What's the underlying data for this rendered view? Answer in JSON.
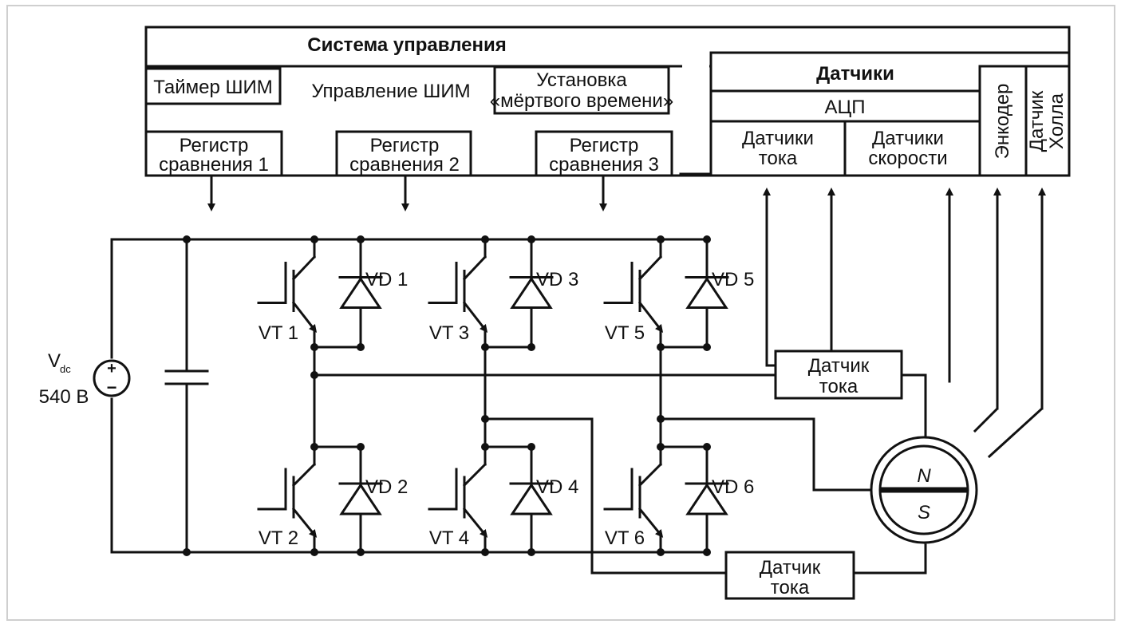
{
  "control_system": {
    "title": "Система управления",
    "pwm_timer": "Таймер ШИМ",
    "pwm_control": "Управление ШИМ",
    "deadtime_line1": "Установка",
    "deadtime_line2": "«мёртвого времени»",
    "registers": [
      {
        "line1": "Регистр",
        "line2": "сравнения 1"
      },
      {
        "line1": "Регистр",
        "line2": "сравнения 2"
      },
      {
        "line1": "Регистр",
        "line2": "сравнения 3"
      }
    ]
  },
  "sensors": {
    "title": "Датчики",
    "adc": "АЦП",
    "current_line1": "Датчики",
    "current_line2": "тока",
    "speed_line1": "Датчики",
    "speed_line2": "скорости",
    "encoder": "Энкодер",
    "hall_line1": "Датчик",
    "hall_line2": "Холла"
  },
  "supply": {
    "symbol": "V",
    "subscript": "dc",
    "voltage": "540 В",
    "plus": "+",
    "minus": "−"
  },
  "transistors": [
    "VT 1",
    "VT 2",
    "VT 3",
    "VT 4",
    "VT 5",
    "VT 6"
  ],
  "diodes": [
    "VD 1",
    "VD 2",
    "VD 3",
    "VD 4",
    "VD 5",
    "VD 6"
  ],
  "current_sensor_upper": {
    "line1": "Датчик",
    "line2": "тока"
  },
  "current_sensor_lower": {
    "line1": "Датчик",
    "line2": "тока"
  },
  "motor": {
    "north": "N",
    "south": "S"
  }
}
